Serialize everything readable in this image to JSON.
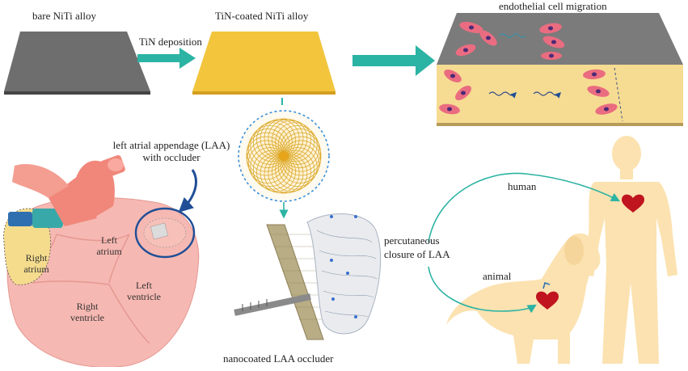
{
  "labels": {
    "bare_alloy": "bare NiTi alloy",
    "tin_deposition": "TiN deposition",
    "tin_coated_alloy": "TiN-coated NiTi alloy",
    "endothelial_migration": "endothelial cell migration",
    "laa_with_occluder_line1": "left atrial appendage (LAA)",
    "laa_with_occluder_line2": "with occluder",
    "left_atrium_line1": "Left",
    "left_atrium_line2": "atrium",
    "right_atrium_line1": "Right",
    "right_atrium_line2": "atrium",
    "left_ventricle_line1": "Left",
    "left_ventricle_line2": "ventricle",
    "right_ventricle_line1": "Right",
    "right_ventricle_line2": "ventricle",
    "nanocoated_occluder": "nanocoated LAA occluder",
    "percutaneous_line1": "percutaneous",
    "percutaneous_line2": "closure of LAA",
    "human": "human",
    "animal": "animal"
  },
  "colors": {
    "bare_alloy": "#6e6e6e",
    "tin_coating": "#f2c53d",
    "arrow_teal": "#2bb3a3",
    "heart_pink": "#f6b8b2",
    "silhouette": "#fbe2b0"
  }
}
